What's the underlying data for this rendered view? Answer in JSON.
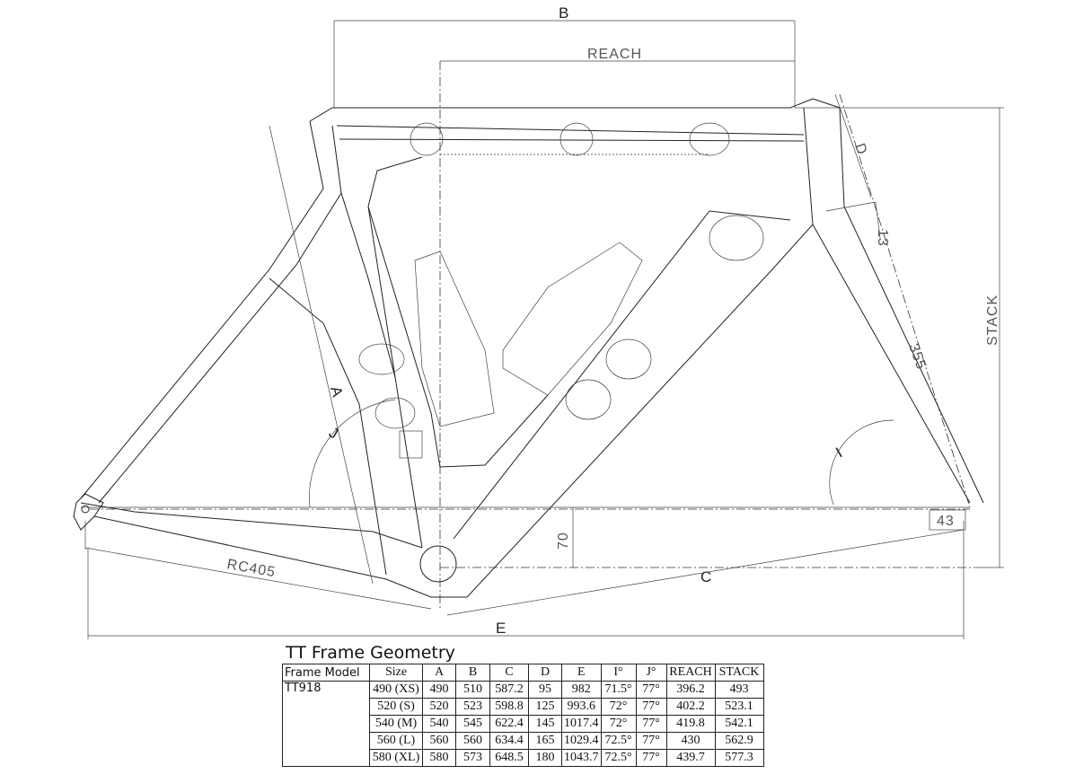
{
  "diagram": {
    "labels": {
      "B": "B",
      "reach": "REACH",
      "D": "D",
      "d13": "13",
      "stack": "STACK",
      "d355": "355",
      "I": "I",
      "d43": "43",
      "A": "A",
      "J": "J",
      "d70": "70",
      "rc405": "RC405",
      "C": "C",
      "E": "E"
    }
  },
  "geometry": {
    "title": "TT Frame  Geometry",
    "headers": [
      "Frame Model",
      "Size",
      "A",
      "B",
      "C",
      "D",
      "E",
      "I°",
      "J°",
      "REACH",
      "STACK"
    ],
    "model": "TT918",
    "rows": [
      [
        "490 (XS)",
        "490",
        "510",
        "587.2",
        "95",
        "982",
        "71.5°",
        "77°",
        "396.2",
        "493"
      ],
      [
        "520 (S)",
        "520",
        "523",
        "598.8",
        "125",
        "993.6",
        "72°",
        "77°",
        "402.2",
        "523.1"
      ],
      [
        "540 (M)",
        "540",
        "545",
        "622.4",
        "145",
        "1017.4",
        "72°",
        "77°",
        "419.8",
        "542.1"
      ],
      [
        "560 (L)",
        "560",
        "560",
        "634.4",
        "165",
        "1029.4",
        "72.5°",
        "77°",
        "430",
        "562.9"
      ],
      [
        "580 (XL)",
        "580",
        "573",
        "648.5",
        "180",
        "1043.7",
        "72.5°",
        "77°",
        "439.7",
        "577.3"
      ]
    ]
  }
}
